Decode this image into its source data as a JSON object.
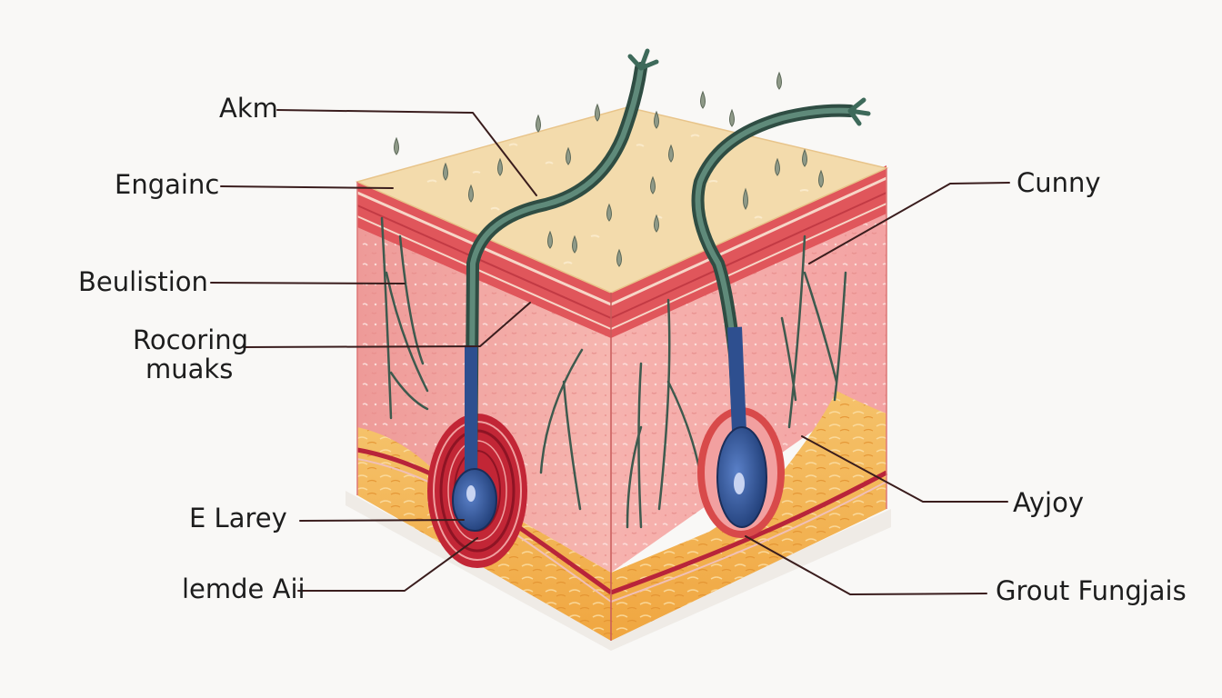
{
  "labels": {
    "left": [
      {
        "id": "akm",
        "text": "Akm"
      },
      {
        "id": "engainc",
        "text": "Engainc"
      },
      {
        "id": "beulistion",
        "text": "Beulistion"
      },
      {
        "id": "rocoring",
        "line1": "Rocoring",
        "line2": "muaks"
      },
      {
        "id": "e-larey",
        "text": "E Larey"
      },
      {
        "id": "lemde-aii",
        "text": "lemde Aii"
      }
    ],
    "right": [
      {
        "id": "cunny",
        "text": "Cunny"
      },
      {
        "id": "ayjoy",
        "text": "Ayjoy"
      },
      {
        "id": "grout-fungjais",
        "text": "Grout Fungjais"
      }
    ]
  },
  "colors": {
    "background": "#f9f8f6",
    "epidermis_top": "#f2d9aa",
    "dermis": "#f0a0a0",
    "dermis_band": "#d9434a",
    "fat": "#f2b24a",
    "hair_shaft": "#3e6a5a",
    "hair_bulb": "#2e4f8f",
    "follicle_ring": "#a8182c",
    "leader_line": "#3a1d1d"
  }
}
